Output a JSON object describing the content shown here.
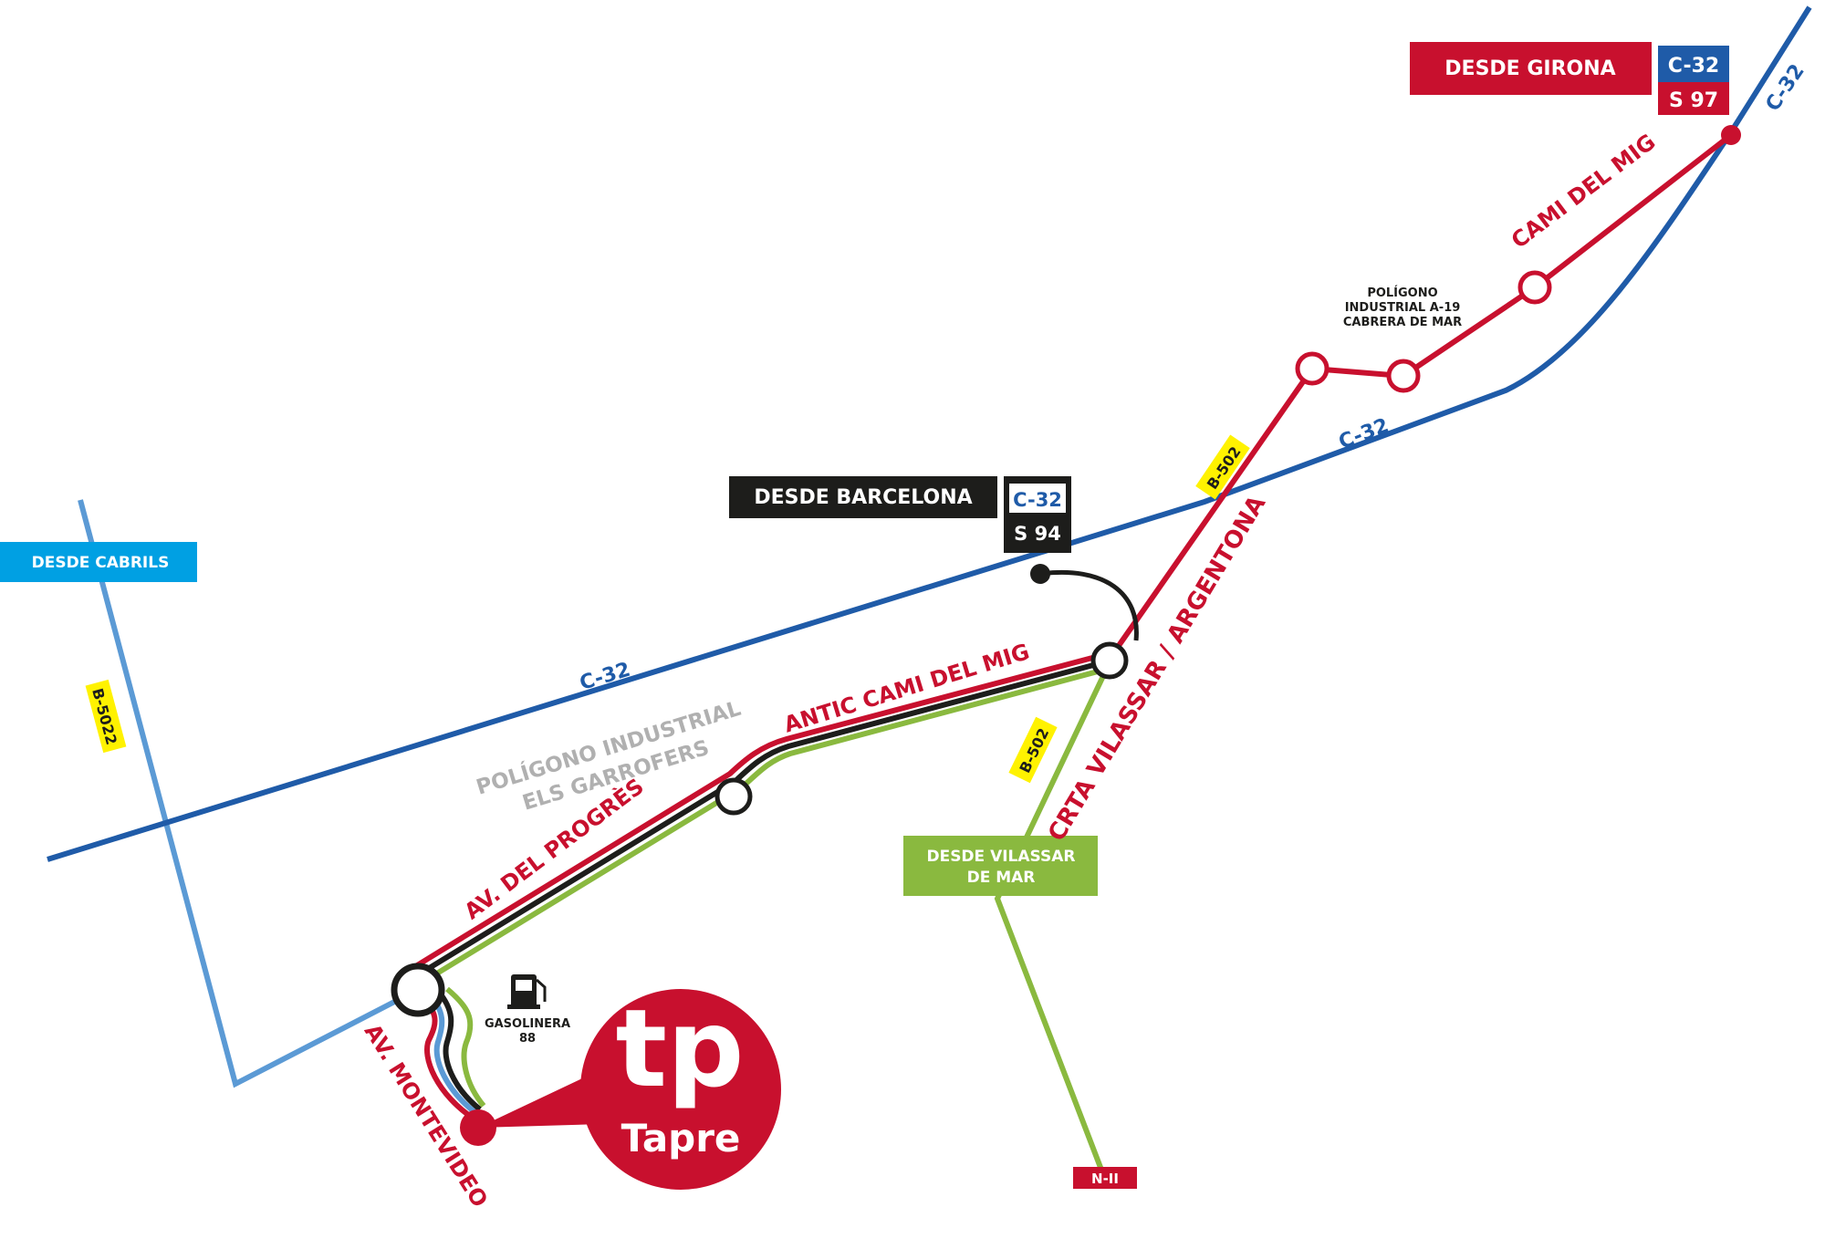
{
  "colors": {
    "highway": "#1f5ba8",
    "red_route": "#c8102e",
    "black_route": "#1d1d1b",
    "green_route": "#8ab93f",
    "light_blue_route": "#5b9ad5",
    "cabrils_box": "#00a0e3",
    "b_road_badge": "#fff200",
    "industrial_text": "#b0b0b0",
    "white": "#ffffff"
  },
  "origins": {
    "girona": {
      "label": "DESDE GIRONA",
      "road": "C-32",
      "exit": "S 97"
    },
    "barcelona": {
      "label": "DESDE BARCELONA",
      "road": "C-32",
      "exit": "S 94"
    },
    "cabrils": {
      "label": "DESDE CABRILS"
    },
    "vilassar": {
      "line1": "DESDE VILASSAR",
      "line2": "DE MAR"
    }
  },
  "roads": {
    "c32_a": "C-32",
    "c32_b": "C-32",
    "c32_c": "C-32",
    "b5022": "B-5022",
    "b502_a": "B-502",
    "b502_b": "B-502",
    "n2": "N-II"
  },
  "streets": {
    "cami_del_mig": "CAMI DEL MIG",
    "antic_cami": "ANTIC CAMI DEL MIG",
    "crta": "CRTA VILASSAR / ARGENTONA",
    "progres": "AV. DEL PROGRÈS",
    "montevideo": "AV. MONTEVIDEO"
  },
  "areas": {
    "pol_a19": {
      "line1": "POLÍGONO",
      "line2": "INDUSTRIAL A-19",
      "line3": "CABRERA DE MAR"
    },
    "garrofers": {
      "line1": "POLÍGONO INDUSTRIAL",
      "line2": "ELS GARROFERS"
    }
  },
  "poi": {
    "gasolinera": {
      "line1": "GASOLINERA",
      "line2": "88",
      "icon": "fuel-pump-icon"
    }
  },
  "brand": {
    "monogram": "tp",
    "name": "Tapre"
  }
}
